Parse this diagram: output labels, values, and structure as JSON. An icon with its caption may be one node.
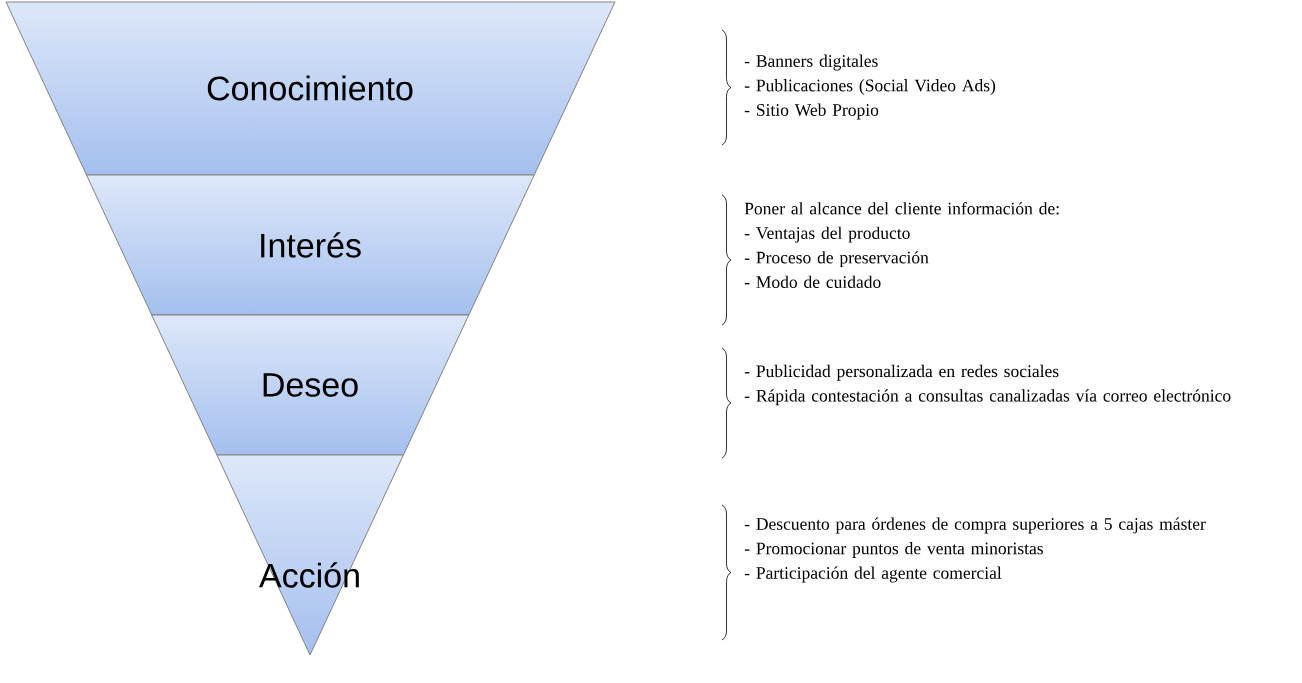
{
  "diagram": {
    "nodes": [
      {
        "text": [
          "Conocimiento"
        ],
        "beside": [
          "- Banners digitales",
          "- Publicaciones (Social Video Ads)",
          "- Sitio Web Propio"
        ]
      },
      {
        "text": [
          "Interés"
        ],
        "beside": [
          "Poner al alcance del cliente información de:",
          "- Ventajas del producto",
          "- Proceso de preservación",
          "- Modo de cuidado"
        ]
      },
      {
        "text": [
          "Deseo"
        ],
        "beside": [
          "- Publicidad personalizada en redes sociales",
          "- Rápida contestación a consultas canalizadas vía correo electrónico"
        ]
      },
      {
        "text": [
          "Acción"
        ],
        "beside": [
          "- Descuento para órdenes de compra superiores a 5 cajas máster",
          "- Promocionar puntos de venta minoristas",
          "- Participación del agente comercial"
        ]
      }
    ]
  }
}
